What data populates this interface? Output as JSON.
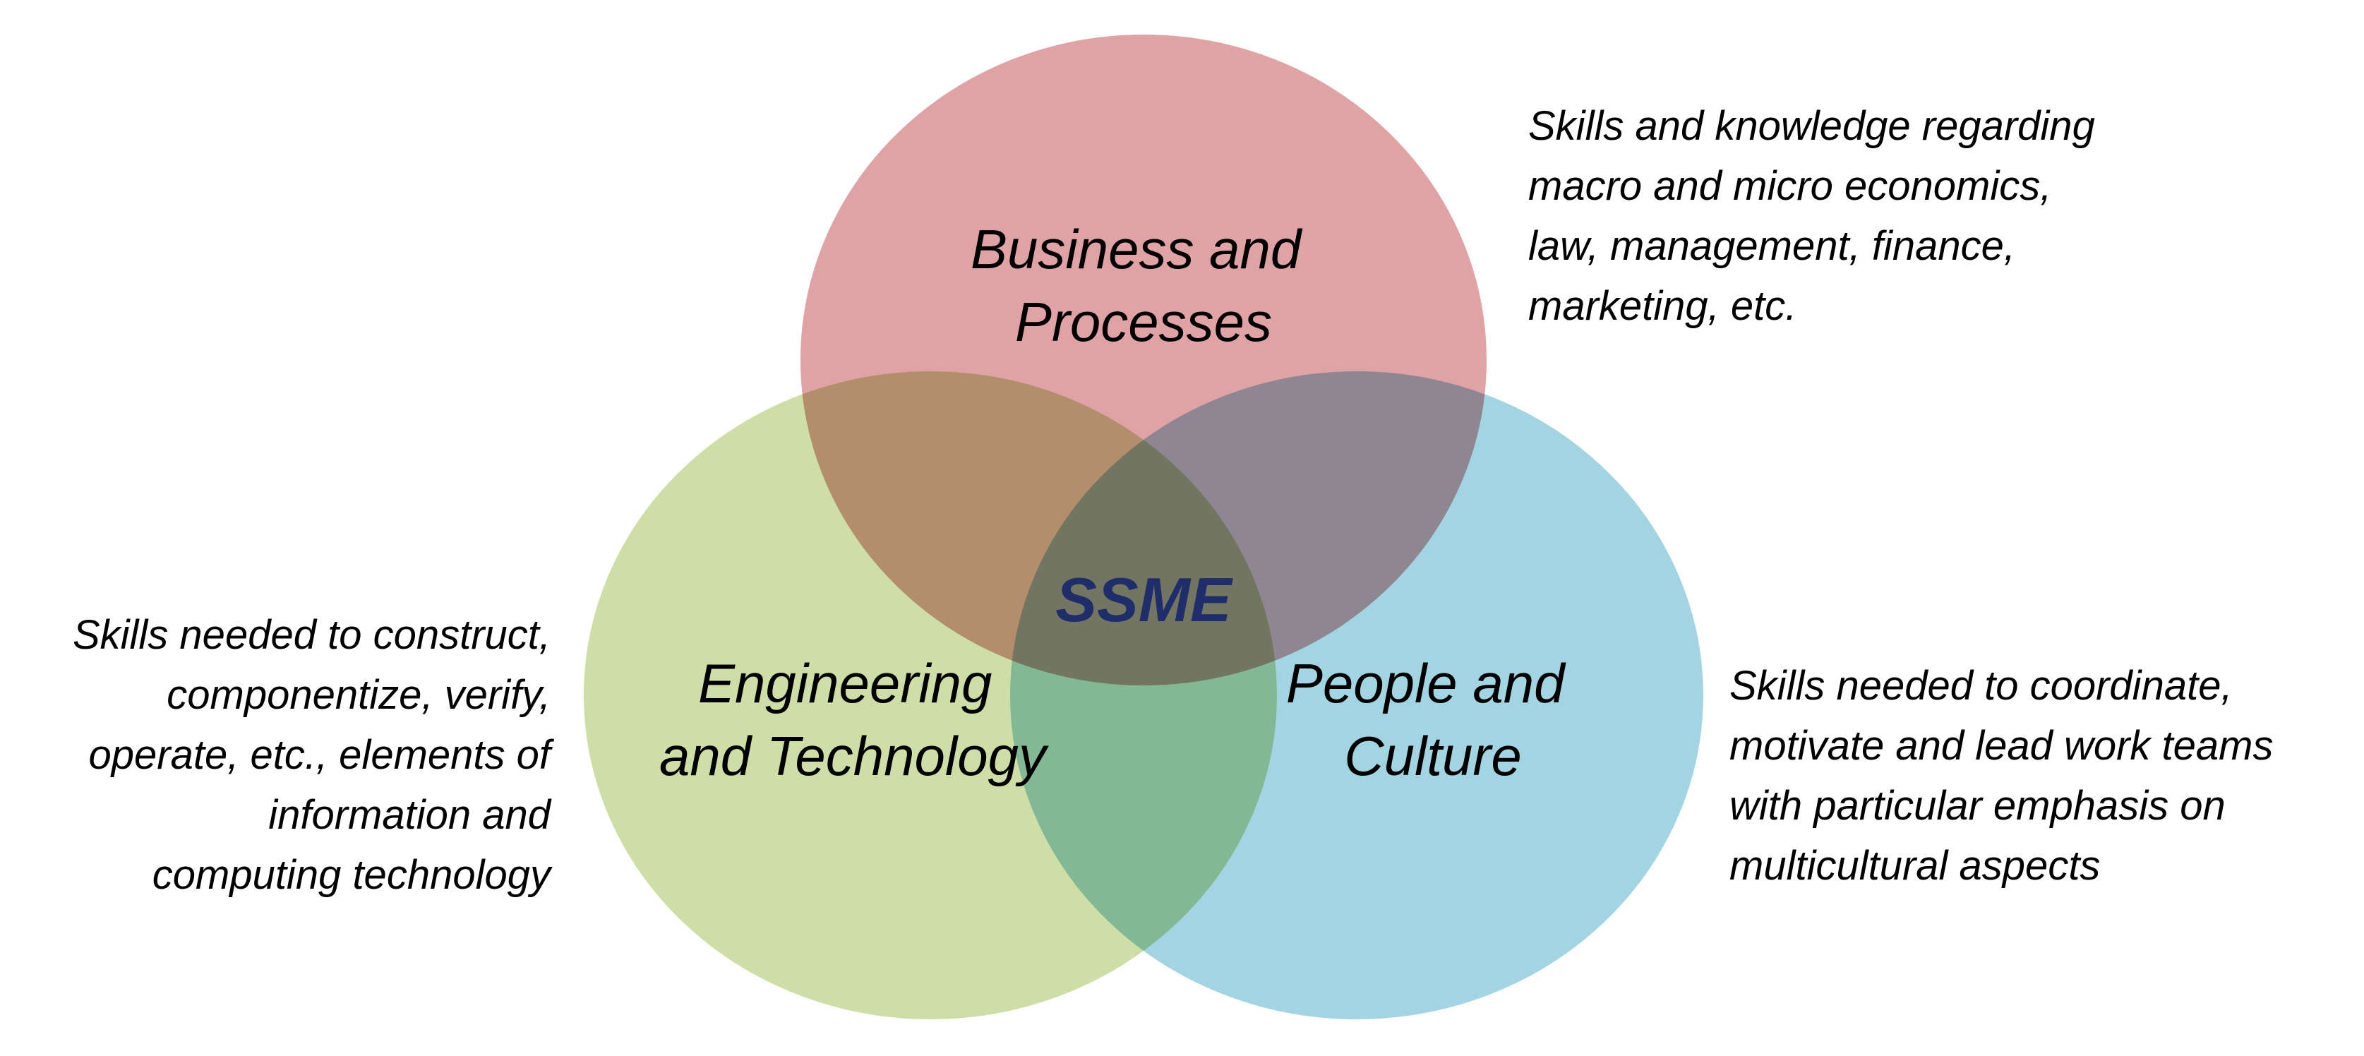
{
  "diagram": {
    "type": "venn",
    "center_label": "SSME",
    "center_color": "#1f2e6b",
    "circles": [
      {
        "id": "business",
        "title_lines": [
          "Business and",
          "Processes"
        ],
        "color": "#d48487",
        "description_lines": [
          "Skills and knowledge regarding",
          "macro and micro economics,",
          "law, management, finance,",
          "marketing, etc."
        ]
      },
      {
        "id": "engineering",
        "title_lines": [
          "Engineering",
          "and Technology"
        ],
        "color": "#bcd48a",
        "description_lines": [
          "Skills needed to construct,",
          "componentize, verify,",
          "operate, etc., elements of",
          "information and",
          "computing technology"
        ]
      },
      {
        "id": "people",
        "title_lines": [
          "People and",
          "Culture"
        ],
        "color": "#83c6d8",
        "description_lines": [
          "Skills needed to coordinate,",
          "motivate and lead work teams",
          "with particular emphasis on",
          "multicultural aspects"
        ]
      }
    ]
  }
}
